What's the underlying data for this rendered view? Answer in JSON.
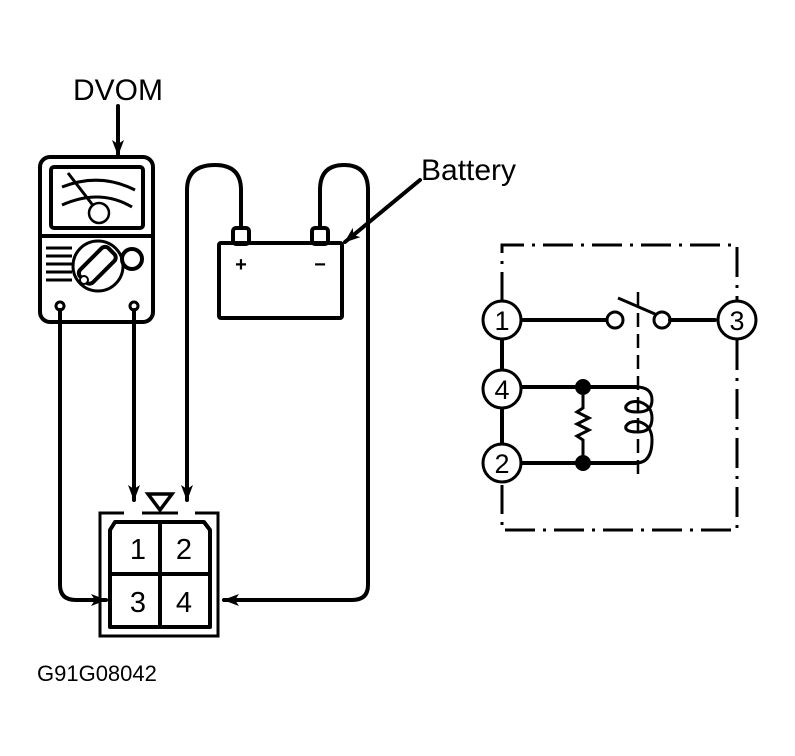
{
  "labels": {
    "meter": "DVOM",
    "battery": "Battery",
    "battery_positive": "+",
    "battery_negative": "−",
    "figure_code": "G91G08042"
  },
  "connector": {
    "pins": [
      "1",
      "2",
      "3",
      "4"
    ]
  },
  "relay_schematic": {
    "terminals": [
      "1",
      "3",
      "4",
      "2"
    ]
  },
  "icons": {
    "meter": "analog-multimeter-icon",
    "battery": "battery-icon",
    "connector": "4-pin-connector-icon",
    "relay": "relay-schematic-icon"
  }
}
